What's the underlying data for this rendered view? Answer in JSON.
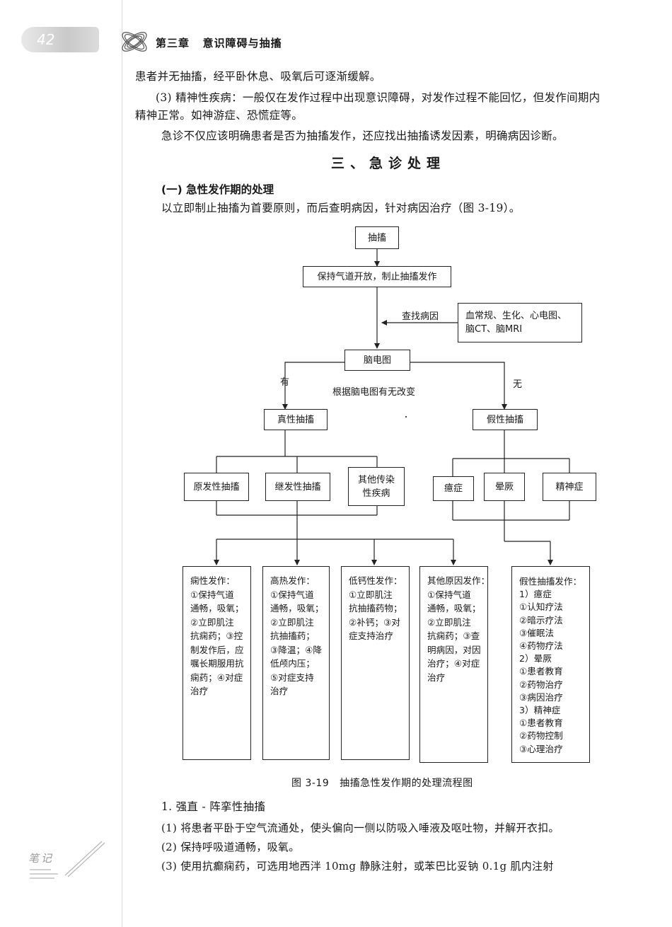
{
  "header": {
    "page_number": "42",
    "chapter": "第三章   意识障碍与抽搐"
  },
  "body": {
    "para1": "患者并无抽搐，经平卧休息、吸氧后可逐渐缓解。",
    "para2_line1": "(3) 精神性疾病：一般仅在发作过程中出现意识障碍，对发作过程不能回忆，但发作间期内",
    "para2_line2": "精神正常。如神游症、恐慌症等。",
    "para3": "急诊不仅应该明确患者是否为抽搐发作，还应找出抽搐诱发因素，明确病因诊断。",
    "section_heading": "三、急诊处理",
    "sub_heading": "(一) 急性发作期的处理",
    "para4": "以立即制止抽搐为首要原则，而后查明病因，针对病因治疗（图 3-19）。"
  },
  "flowchart": {
    "start": "抽搐",
    "step1": "保持气道开放，制止抽搐发作",
    "find_cause_label": "查找病因",
    "tests_line1": "血常规、生化、心电图、",
    "tests_line2": "脑CT、脑MRI",
    "eeg": "脑电图",
    "has_label": "有",
    "none_label": "无",
    "eeg_note": "根据脑电图有无改变",
    "true_seizure": "真性抽搐",
    "pseudo_seizure": "假性抽搐",
    "primary": "原发性抽搐",
    "secondary": "继发性抽搐",
    "other_infect_line1": "其他传染",
    "other_infect_line2": "性疾病",
    "hysteria": "癔症",
    "syncope": "晕厥",
    "psychosis": "精神症",
    "box_epilepsy": [
      "痫性发作：",
      "①保持气道",
      "通畅，吸氧；",
      "②立即肌注",
      "抗痫药；③控",
      "制发作后，应",
      "嘱长期服用抗",
      "痫药；④对症",
      "治疗"
    ],
    "box_fever": [
      "高热发作：",
      "①保持气道",
      "通畅，吸氧；",
      "②立即肌注",
      "抗抽搐药；",
      "③降温；④降",
      "低颅内压；",
      "⑤对症支持",
      "治疗"
    ],
    "box_hypocalcemia": [
      "低钙性发作：",
      "①立即肌注",
      "抗抽搐药物；",
      "②补钙；③对",
      "症支持治疗"
    ],
    "box_other_cause": [
      "其他原因发作：",
      "①保持气道",
      "通畅，吸氧；",
      "②立即肌注",
      "抗痫药；③查",
      "明病因，对因",
      "治疗；④对症",
      "治疗"
    ],
    "box_pseudo": [
      "假性抽搐发作：",
      "1）癔症",
      "①认知疗法",
      "②暗示疗法",
      "③催眠法",
      "④药物疗法",
      "2）晕厥",
      "①患者教育",
      "②药物治疗",
      "③病因治疗",
      "3）精神症",
      "①患者教育",
      "②药物控制",
      "③心理治疗"
    ]
  },
  "caption": "图 3-19   抽搐急性发作期的处理流程图",
  "steps": {
    "title": "1. 强直 - 阵挛性抽搐",
    "s1": "(1) 将患者平卧于空气流通处，使头偏向一侧以防吸入唾液及呕吐物，并解开衣扣。",
    "s2": "(2) 保持呼吸道通畅，吸氧。",
    "s3": "(3) 使用抗癫痫药，可选用地西泮 10mg 静脉注射，或苯巴比妥钠 0.1g 肌内注射"
  },
  "notes_label": "笔记"
}
